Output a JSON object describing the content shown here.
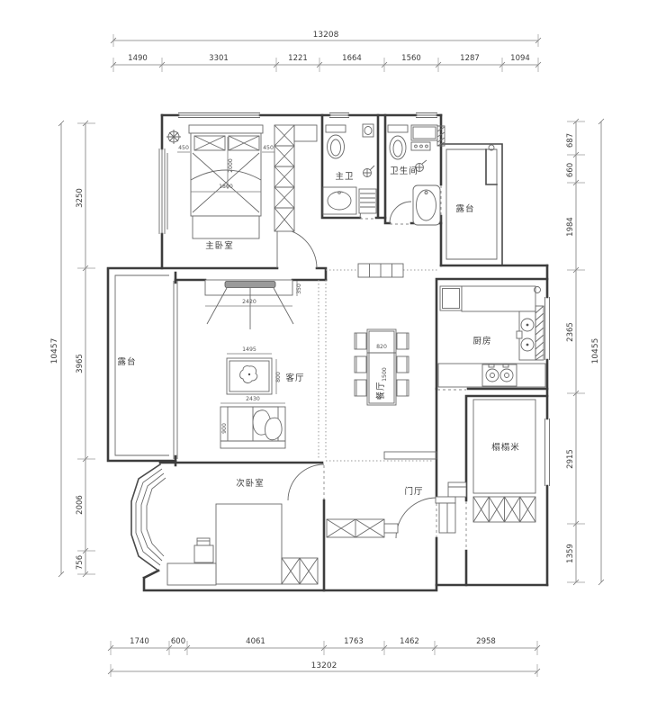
{
  "plan": {
    "rooms": {
      "master_bedroom": "主卧室",
      "master_bath": "主卫",
      "bathroom": "卫生间",
      "terrace_ne": "露台",
      "terrace_w": "露台",
      "kitchen": "厨房",
      "living_room": "客厅",
      "dining_room": "餐厅",
      "second_bedroom": "次卧室",
      "foyer": "门厅",
      "tatami": "榻榻米"
    },
    "furniture_dims": {
      "bed_clear_left": "450",
      "bed_clear_right": "450",
      "bed_length": "2000",
      "bed_width": "1800",
      "tv_wall_width": "2420",
      "tv_cabinet_depth": "350",
      "coffee_table_width": "1495",
      "coffee_table_depth": "800",
      "sofa_width": "2430",
      "sofa_depth": "900",
      "dining_table_width": "820",
      "dining_table_length": "1500"
    }
  },
  "dimensions": {
    "top": {
      "overall": "13208",
      "segments": [
        "1490",
        "3301",
        "1221",
        "1664",
        "1560",
        "1287",
        "1094"
      ]
    },
    "bottom": {
      "overall": "13202",
      "segments": [
        "1740",
        "600",
        "4061",
        "1763",
        "1462",
        "2958"
      ]
    },
    "left": {
      "overall": "10457",
      "segments": [
        "3250",
        "3965",
        "2006",
        "756"
      ]
    },
    "right": {
      "overall": "10455",
      "segments": [
        "687",
        "660",
        "1984",
        "2365",
        "2915",
        "1359"
      ]
    }
  },
  "colors": {
    "wall": "#3d3d3d",
    "furniture_line": "#6a6a6a",
    "dimension_line": "#7a7a7a",
    "background": "#ffffff"
  }
}
